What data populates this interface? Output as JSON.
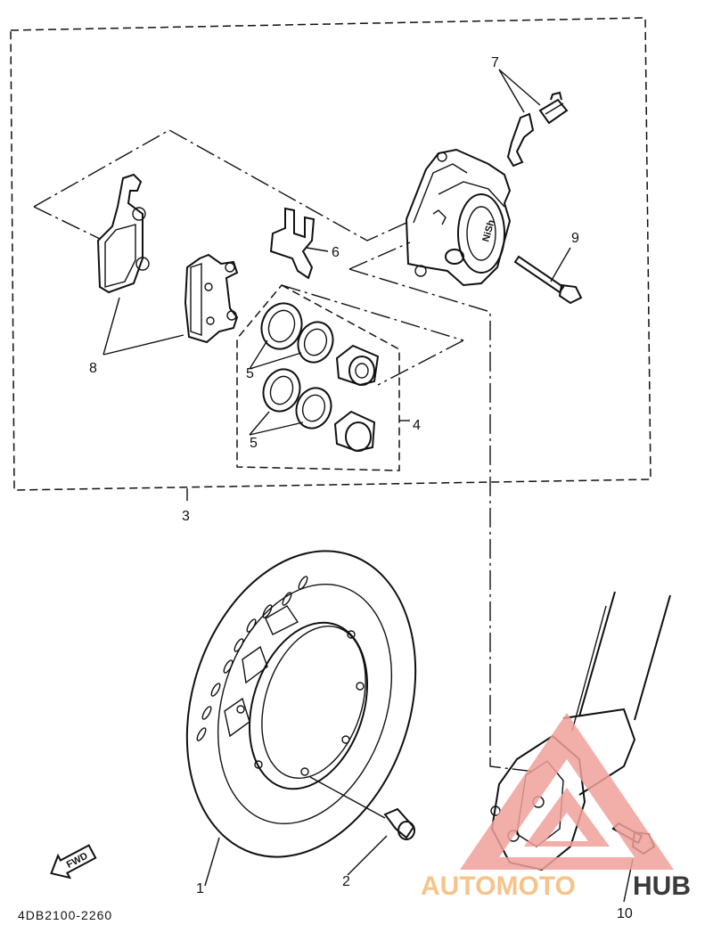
{
  "diagram": {
    "drawing_code": "4DB2100-2260",
    "callouts": {
      "disc": "1",
      "bolt": "2",
      "caliper_assy": "3",
      "seal_kit": "4",
      "seal_upper": "5",
      "seal_lower": "5",
      "pad_support": "6",
      "bleed_screw": "7",
      "pad_kit": "8",
      "pad_pin": "9",
      "caliper_bolt": "10"
    },
    "fwd_arrow": "FWD",
    "caliper_logo": "NiSh"
  },
  "watermark": {
    "brand_part1": "AUTOMOTO",
    "brand_part2": "HUB",
    "color_primary": "#f0a09a",
    "color_secondary": "#f5c48a",
    "color_dark": "#3a3a3a"
  }
}
